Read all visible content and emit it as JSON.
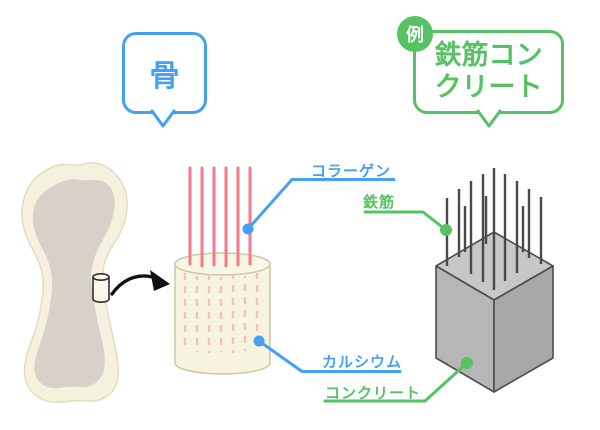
{
  "diagram": {
    "title_bubbles": {
      "bone": {
        "label": "骨"
      },
      "reinforced_concrete": {
        "badge": "例",
        "line1": "鉄筋コン",
        "line2": "クリート"
      }
    },
    "callouts": {
      "collagen": {
        "label": "コラーゲン",
        "color": "#45A0F2"
      },
      "rebar": {
        "label": "鉄筋",
        "color": "#57C263"
      },
      "calcium": {
        "label": "カルシウム",
        "color": "#45A0F2"
      },
      "concrete": {
        "label": "コンクリート",
        "color": "#57C263"
      }
    },
    "colors": {
      "blue_accent": "#45A0F2",
      "green_accent": "#57C263",
      "collagen_fiber": "#F4798B",
      "collagen_fiber_light": "#F6BDCA",
      "bone_outer": "#F4F1DF",
      "bone_inner": "#D8D1C7",
      "cylinder_fill": "#F6F4DF",
      "concrete_top": "#C7C7C7",
      "concrete_left": "#B6B6B6",
      "concrete_right": "#A8A8A8",
      "rebar_rod": "#494949"
    }
  }
}
